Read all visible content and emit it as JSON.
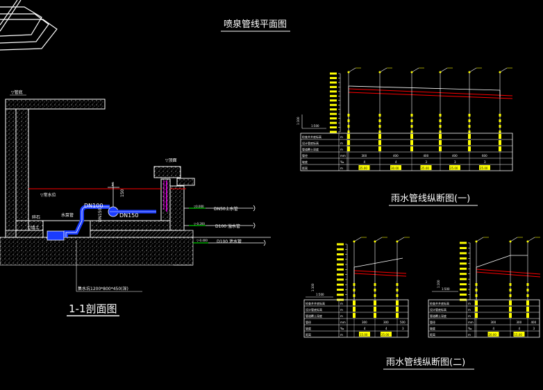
{
  "titles": {
    "plan": "喷泉管线平面图",
    "section": "1-1剖面图",
    "profile1": "雨水管线纵断图(一)",
    "profile2": "雨水管线纵断图(二)"
  },
  "section_labels": {
    "wall_top": "▽管底",
    "water_level": "▽常水位",
    "fill": "▽填土",
    "inlet_pipe": "水泵管",
    "dn100": "DN100",
    "v_dim": "150",
    "dn150_left": "DN150",
    "dn150_right": "DN150",
    "one": "1",
    "top_right": "▽顶面",
    "r1_level": "▽0.000",
    "r1_text": "DN50上水管",
    "r2_level": "▽-0.200",
    "r2_text": "D100  溢水管",
    "r3_level": "▽-0.400",
    "r3_text": "D100  泄水管",
    "pit": "集水坑1200*800*450(深)",
    "left_fill": "回填土",
    "left_stone": "碎石"
  },
  "profile1": {
    "scale_v": "1:100",
    "scale_h": "1:500",
    "row_labels": [
      "检查井井底标高",
      "设计管底标高",
      "管道覆土深度",
      "管径",
      "坡度",
      "距离"
    ],
    "row_units": [
      "m",
      "m",
      "m",
      "mm",
      "‰",
      "m"
    ],
    "diam": [
      "300",
      "400",
      "400",
      "400",
      "600"
    ],
    "slope": [
      "4",
      "4",
      "3",
      "3",
      "3"
    ],
    "dist": [
      "25.00",
      "30.00",
      "25.00",
      "25.00",
      "25.00"
    ]
  },
  "profile2": {
    "scale_v": "1:100",
    "scale_h": "1:500",
    "row_labels": [
      "检查井井底标高",
      "设计管底标高",
      "管道覆土深度",
      "管径",
      "坡度",
      "距离"
    ],
    "row_units": [
      "m",
      "m",
      "m",
      "mm",
      "‰",
      "m"
    ],
    "diam": [
      "300",
      "300",
      "500"
    ],
    "slope": [
      "4",
      "4",
      "3"
    ],
    "dist": [
      "15.00",
      "25.00"
    ]
  },
  "profile3": {
    "scale_v": "1:100",
    "scale_h": "1:500",
    "row_labels": [
      "检查井井底标高",
      "设计管底标高",
      "管道覆土深度",
      "管径",
      "坡度",
      "距离"
    ],
    "row_units": [
      "m",
      "m",
      "m",
      "mm",
      "‰",
      "m"
    ],
    "diam": [
      "300",
      "300",
      "400"
    ],
    "slope": [
      "4",
      "4",
      "3"
    ],
    "dist": [
      "20.00",
      "15.00"
    ]
  },
  "colors": {
    "background": "#000000",
    "lines": "#ffffff",
    "red": "#ff0000",
    "yellow": "#ffff00",
    "blue": "#1a3cff",
    "magenta": "#ff00ff",
    "green": "#00ff00"
  }
}
